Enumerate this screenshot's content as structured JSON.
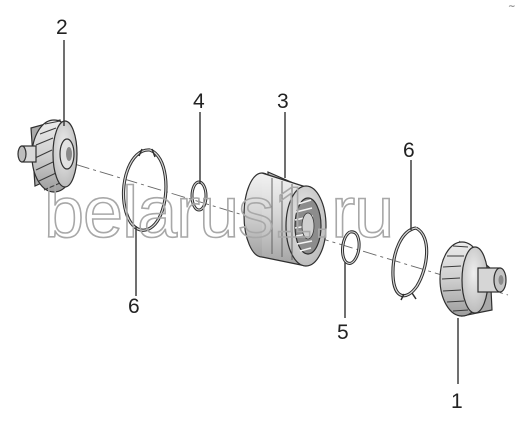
{
  "diagram": {
    "callouts": [
      "2",
      "4",
      "3",
      "6",
      "6",
      "5",
      "1"
    ],
    "corner_mark": "~",
    "watermark": "belarus1.ru"
  },
  "colors": {
    "part_fill": "#d4d4d4",
    "part_shadow": "#9a9a9a",
    "outline": "#2f2f2f",
    "watermark": "#a8a8a8"
  }
}
